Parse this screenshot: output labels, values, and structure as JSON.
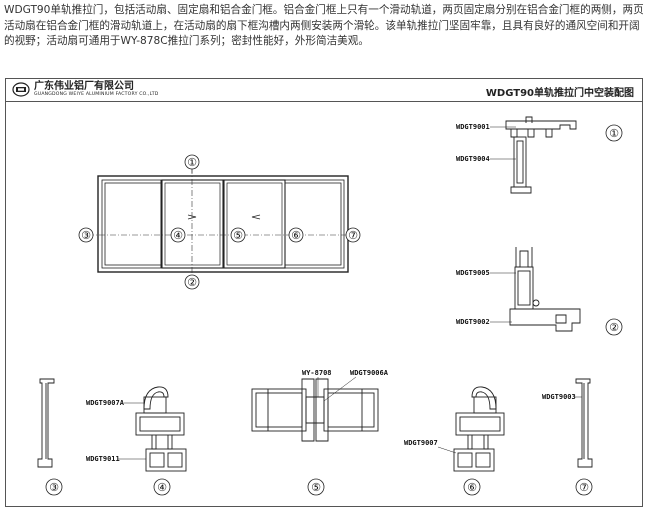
{
  "intro_text": "WDGT90单轨推拉门，包括活动扇、固定扇和铝合金门框。铝合金门框上只有一个滑动轨道，两页固定扇分别在铝合金门框的两侧，两页活动扇在铝合金门框的滑动轨道上，在活动扇的扇下框沟槽内两侧安装两个滑轮。该单轨推拉门坚固牢靠，且具有良好的通风空间和开阔的视野；活动扇可通用于WY-878C推拉门系列；密封性能好，外形简洁美观。",
  "header": {
    "company_cn": "广东伟业铝厂有限公司",
    "company_en": "GUANGDONG WEIYE ALUMINIUM FACTORY CO.,LTD",
    "title": "WDGT90单轨推拉门中空装配图"
  },
  "markers": {
    "m1": "①",
    "m2": "②",
    "m3": "③",
    "m4": "④",
    "m5": "⑤",
    "m6": "⑥",
    "m7": "⑦"
  },
  "parts": {
    "p9001": "WDGT9001",
    "p9004": "WDGT9004",
    "p9005": "WDGT9005",
    "p9002": "WDGT9002",
    "p9007a": "WDGT9007A",
    "p9011": "WDGT9011",
    "wy8708": "WY-8708",
    "p9006a": "WDGT9006A",
    "p9007": "WDGT9007",
    "p9003": "WDGT9003"
  }
}
